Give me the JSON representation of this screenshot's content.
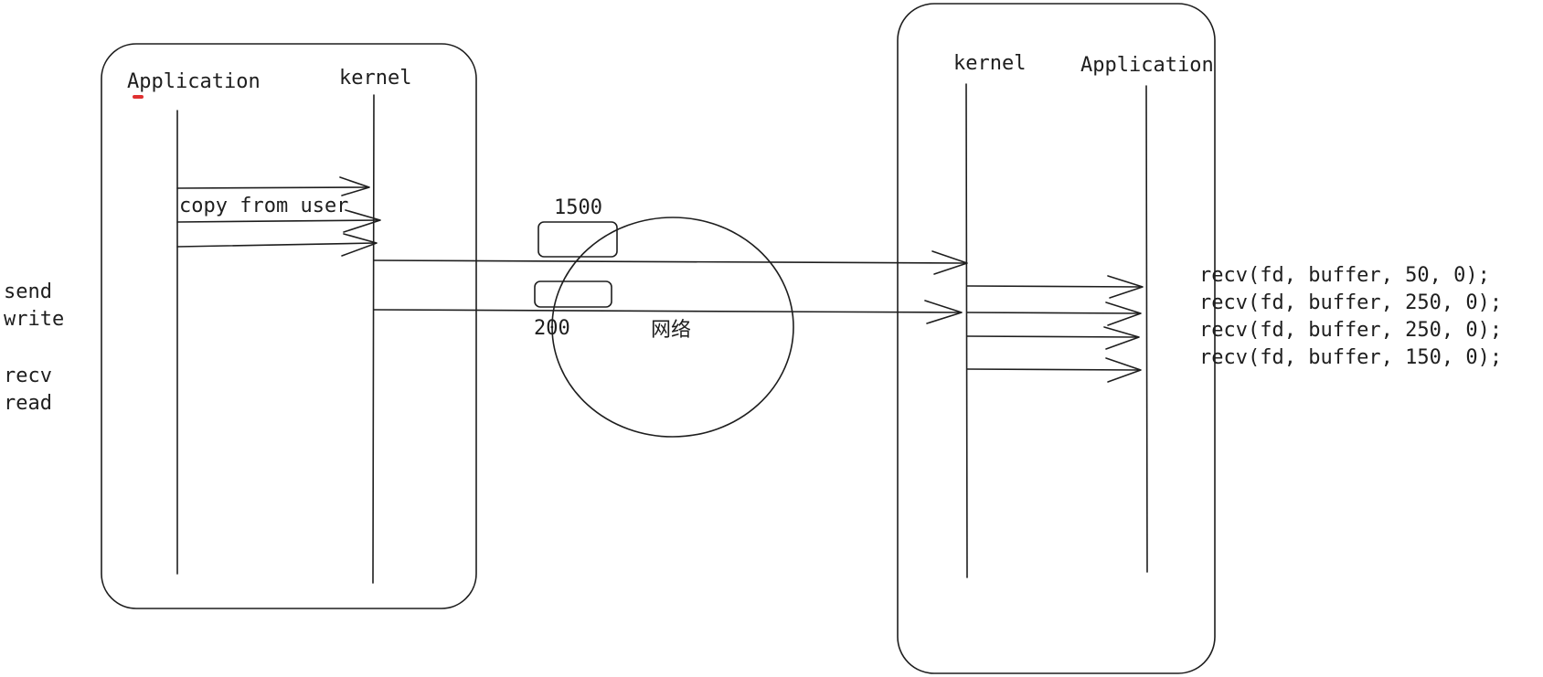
{
  "sender": {
    "app_label": "Application",
    "kernel_label": "kernel",
    "copy_label": "copy from user"
  },
  "receiver": {
    "kernel_label": "kernel",
    "app_label": "Application"
  },
  "side_labels": [
    "send",
    "write",
    "recv",
    "read"
  ],
  "network": {
    "label": "网络",
    "packet_large_label": "1500",
    "packet_small_label": "200"
  },
  "recv_calls": [
    "recv(fd, buffer, 50, 0);",
    "recv(fd, buffer, 250, 0);",
    "recv(fd, buffer, 250, 0);",
    "recv(fd, buffer, 150, 0);"
  ],
  "colors": {
    "ink": "#1e1e1e",
    "accent": "#e03131"
  }
}
